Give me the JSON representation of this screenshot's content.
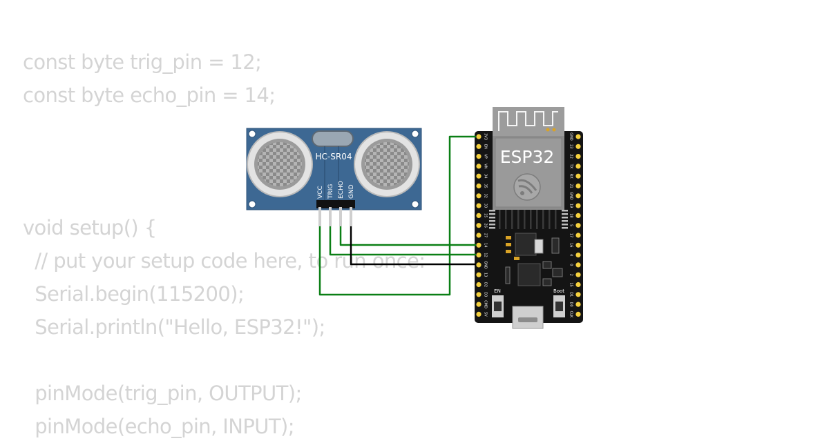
{
  "code_lines": [
    "const byte trig_pin = 12;",
    "const byte echo_pin = 14;",
    "",
    "",
    "",
    "void setup() {",
    "  // put your setup code here, to run once:",
    "  Serial.begin(115200);",
    "  Serial.println(\"Hello, ESP32!\");",
    "",
    "  pinMode(trig_pin, OUTPUT);",
    "  pinMode(echo_pin, INPUT);"
  ],
  "sensor": {
    "name": "HC-SR04",
    "pins": [
      "VCC",
      "TRIG",
      "ECHO",
      "GND"
    ]
  },
  "board": {
    "name": "ESP32",
    "left_pins": [
      "3V3",
      "EN",
      "VP",
      "VN",
      "34",
      "35",
      "32",
      "33",
      "25",
      "26",
      "27",
      "14",
      "12",
      "GND",
      "13",
      "D2",
      "D3",
      "CMD",
      "5V"
    ],
    "right_pins": [
      "GND",
      "23",
      "22",
      "TX",
      "RX",
      "21",
      "GND",
      "19",
      "18",
      "5",
      "17",
      "16",
      "4",
      "0",
      "2",
      "15",
      "D1",
      "D0",
      "CLK"
    ],
    "en_label": "EN",
    "boot_label": "Boot"
  },
  "colors": {
    "code_text": "#d4d4d4",
    "wire_green": "#0a7f15",
    "wire_black": "#000000",
    "sensor_blue": "#3d6893",
    "board_black": "#141414",
    "pin_yellow": "#f4d03f"
  }
}
